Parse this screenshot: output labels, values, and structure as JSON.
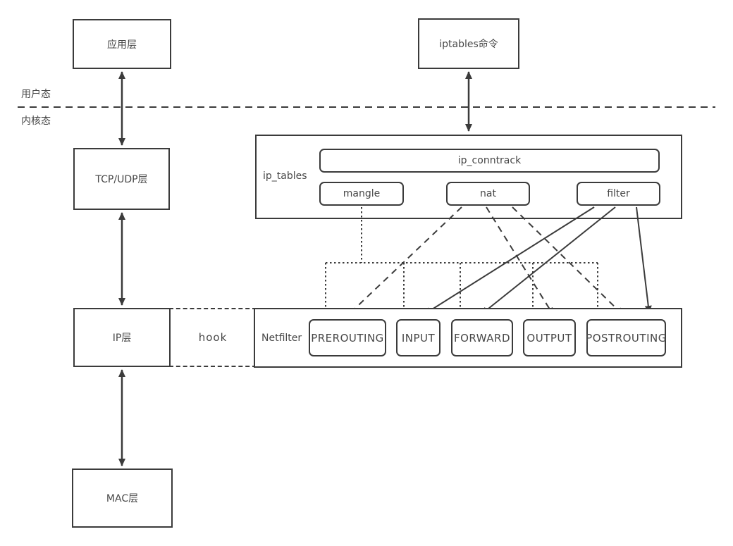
{
  "diagram": {
    "mode_labels": {
      "user": "用户态",
      "kernel": "内核态"
    },
    "nodes": {
      "app_layer": "应用层",
      "iptables_cmd": "iptables命令",
      "tcp_udp_layer": "TCP/UDP层",
      "ip_layer": "IP层",
      "mac_layer": "MAC层",
      "hook": "hook",
      "ip_tables": "ip_tables",
      "ip_conntrack": "ip_conntrack",
      "mangle": "mangle",
      "nat": "nat",
      "filter": "filter",
      "netfilter": "Netfilter"
    },
    "chains": [
      "PREROUTING",
      "INPUT",
      "FORWARD",
      "OUTPUT",
      "POSTROUTING"
    ],
    "edges": [
      {
        "from": "app_layer",
        "to": "tcp_udp_layer",
        "style": "solid-double-arrow"
      },
      {
        "from": "iptables_cmd",
        "to": "ip_tables",
        "style": "solid-double-arrow"
      },
      {
        "from": "tcp_udp_layer",
        "to": "ip_layer",
        "style": "solid-double-arrow"
      },
      {
        "from": "ip_layer",
        "to": "mac_layer",
        "style": "solid-double-arrow"
      },
      {
        "from": "mangle",
        "to": "PREROUTING",
        "style": "dotted-arrow"
      },
      {
        "from": "mangle",
        "to": "INPUT",
        "style": "dotted-arrow"
      },
      {
        "from": "mangle",
        "to": "FORWARD",
        "style": "dotted-arrow"
      },
      {
        "from": "mangle",
        "to": "OUTPUT",
        "style": "dotted-arrow"
      },
      {
        "from": "mangle",
        "to": "POSTROUTING",
        "style": "dotted-arrow"
      },
      {
        "from": "nat",
        "to": "PREROUTING",
        "style": "dashed-arrow"
      },
      {
        "from": "nat",
        "to": "OUTPUT",
        "style": "dashed-arrow"
      },
      {
        "from": "nat",
        "to": "POSTROUTING",
        "style": "dashed-arrow"
      },
      {
        "from": "filter",
        "to": "INPUT",
        "style": "solid-arrow"
      },
      {
        "from": "filter",
        "to": "FORWARD",
        "style": "solid-arrow"
      },
      {
        "from": "filter",
        "to": "POSTROUTING",
        "style": "solid-arrow"
      }
    ],
    "colors": {
      "stroke": "#3b3b3b",
      "text": "#474747",
      "background": "#ffffff"
    }
  }
}
